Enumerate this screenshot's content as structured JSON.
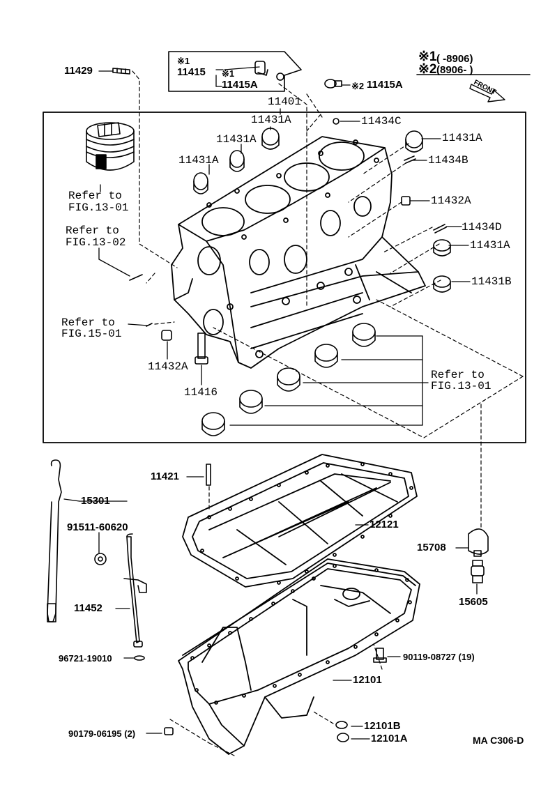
{
  "notes": {
    "mark1": "※1",
    "mark1_range": "(      -8906)",
    "mark2": "※2",
    "mark2_range": "(8906-        )",
    "front": "FRONT"
  },
  "labels": {
    "p11429": "11429",
    "p11415_mark": "※1",
    "p11415": "11415",
    "p11415a_mark": "※1",
    "p11415a": "11415A",
    "p11415a_b_mark": "※2",
    "p11415a_b": "11415A",
    "p11401": "11401",
    "p11434c": "11434C",
    "p11431a_1": "11431A",
    "p11431a_2": "11431A",
    "p11431a_3": "11431A",
    "p11431a_4": "11431A",
    "p11431a_5": "11431A",
    "p11434b": "11434B",
    "p11432a_1": "11432A",
    "p11434d": "11434D",
    "p11431b": "11431B",
    "p11432a_2": "11432A",
    "p11416": "11416",
    "p11421": "11421",
    "p15301": "15301",
    "p91511": "91511-60620",
    "p12121": "12121",
    "p15708": "15708",
    "p15605": "15605",
    "p11452": "11452",
    "p96721": "96721-19010",
    "p90119": "90119-08727 (19)",
    "p12101": "12101",
    "p90179": "90179-06195 (2)",
    "p12101b": "12101B",
    "p12101a": "12101A",
    "code": "MA C306-D"
  },
  "refs": {
    "r1_a": "Refer to",
    "r1_b": "FIG.13-01",
    "r2_a": "Refer to",
    "r2_b": "FIG.13-02",
    "r3_a": "Refer to",
    "r3_b": "FIG.15-01",
    "r4_a": "Refer to",
    "r4_b": "FIG.13-01"
  }
}
